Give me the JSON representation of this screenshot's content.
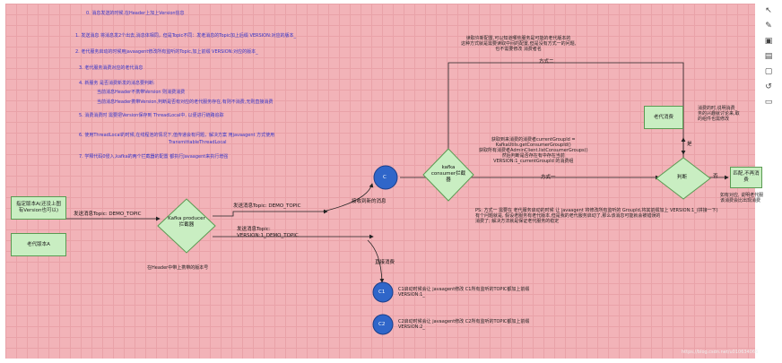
{
  "notes": {
    "n0": "0. 消息发送的时候,在Header上加上Version信息",
    "n1": "1. 发送消息  将消息发2个出去,消息体相同，但是Topic不同：发老消息的Topic加上后缀 VERSION:对应的版本_",
    "n2": "2. 老代服务启动的时候用javaagent修改所有监听的Topic,加上前缀 VERSION:对应的版本_",
    "n3": "3. 老代服务消费对应的老代消息",
    "n4": "4. 新服务  是否消费新发的消息要判断:",
    "n4a": "当前消息Header不携带Version 则消费消费",
    "n4b": "当前消息Header携带Version,判断是否有对应的老代服务存在,有则不消费,无则直接消费",
    "n5": "5. 消费消费时 需要把Version保存到  ThreadLocal中, 以便进行链路追踪",
    "n6": "6. 使用ThreadLocal的时候,在线程池的情况下,值传递会有问题，解决方案 用javaagent 方式使用",
    "n6b": "TransmittableThreadLocal",
    "n7": "7. 学释代码0侵入,kafka的两个拦截器的配置 都执行Javaagent来执行增强",
    "top_note": "读取许新配置,可以知道哪些服务是可能的老代版本的\n这种方式就是需要读取中间的配置,但是没有方式一的问题,\n也不需要修改 消费者名",
    "mid_note": "获取到来消费的消费者currentGroupId =\nKafkaUtils.getConsumerGroupId()\n获取所有消费者AdminClient.listConsumerGroups()\n然后判断是否存在有中存在当前\nVERSION:1_currentGroupId 的消费组",
    "ps_note": "PS: 方式一 需要在 老代服务启动的时候 让 javaagent 将修改所有监听的 GroupId,将其前缀加上 VERSION:1_(拼接一下)\n有个问题就是, 假设老服务有老代版本,但是我的老代服务启动了,那么该消息可能就会被错误的\n消费了; 解决方法就是保证老代服务的稳定",
    "right_note": "消费的时,说明消费\n务的兴趣就讨论来,取\n的组件也需修改",
    "right_note2": "如有对应, 说明老代服\n该消费会比出现消费",
    "header_note": "在Header中带上携带的版本号"
  },
  "nodes": {
    "new_ver": "指定版本A(还没上图\n有Version也可以)",
    "old_ver": "老代版本A",
    "producer": "Kafka producer\n拦截器",
    "consumer": "kafka\nconsumer拦截\n器",
    "c_node": "C",
    "c1": "C1",
    "c2": "C2",
    "judge": "判断",
    "old_consume": "老代消费",
    "normal_consume": "匹配,不再消费"
  },
  "edges": {
    "e_send": "发送消息Topic: DEMO_TOPIC",
    "e_new": "发送消息Topic: DEMO_TOPIC",
    "e_old": "发送消息Topic:\nVERSION:1_DEMO_TOPIC",
    "e_recv": "接收到新的消息",
    "e_direct": "直接消费",
    "e_way2": "方式二",
    "e_way1": "方式一",
    "e_yes": "是",
    "e_no": "否"
  },
  "c_labels": {
    "c1": "C1启动时候会让 javaagent修改 C1所有监听的TOPIC都加上前缀\nVERSION:1_",
    "c2": "C2启动时候会让 javaagent修改 C2所有监听的TOPIC都加上前缀\nVERSION:2_"
  },
  "toolbar": [
    "cursor-icon",
    "pen-icon",
    "image-icon",
    "template-icon",
    "page-icon",
    "history-icon",
    "comment-icon"
  ],
  "watermark": "https://blog.csdn.net/u010634066",
  "colors": {
    "board": "#f2b3b8",
    "node_blue": "#2f66c9",
    "node_green": "#c9eec2",
    "note_text": "#3434c9"
  }
}
